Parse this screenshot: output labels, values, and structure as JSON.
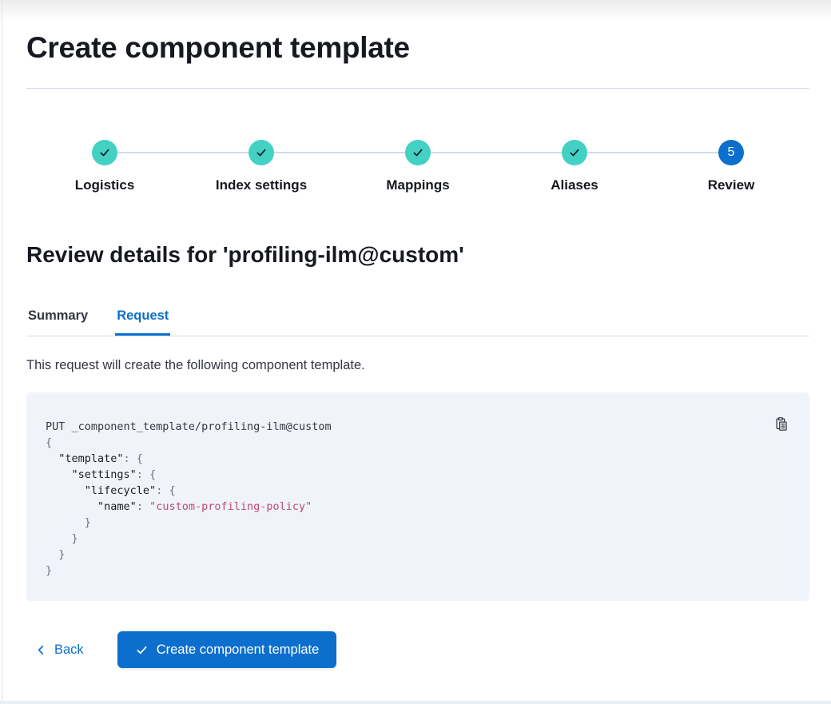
{
  "page": {
    "title": "Create component template"
  },
  "stepper": {
    "steps": [
      {
        "label": "Logistics",
        "status": "complete",
        "icon": "check-icon"
      },
      {
        "label": "Index settings",
        "status": "complete",
        "icon": "check-icon"
      },
      {
        "label": "Mappings",
        "status": "complete",
        "icon": "check-icon"
      },
      {
        "label": "Aliases",
        "status": "complete",
        "icon": "check-icon"
      },
      {
        "label": "Review",
        "status": "current",
        "number": "5"
      }
    ]
  },
  "review": {
    "heading": "Review details for 'profiling-ilm@custom'",
    "tabs": [
      {
        "label": "Summary",
        "selected": false
      },
      {
        "label": "Request",
        "selected": true
      }
    ],
    "description": "This request will create the following component template."
  },
  "code_block": {
    "copy_icon": "copy-clipboard-icon",
    "lines": [
      [
        {
          "t": "plain",
          "v": "PUT _component_template/profiling-ilm@custom"
        }
      ],
      [
        {
          "t": "punct",
          "v": "{"
        }
      ],
      [
        {
          "t": "plain",
          "v": "  "
        },
        {
          "t": "key",
          "v": "\"template\""
        },
        {
          "t": "punct",
          "v": ": {"
        }
      ],
      [
        {
          "t": "plain",
          "v": "    "
        },
        {
          "t": "key",
          "v": "\"settings\""
        },
        {
          "t": "punct",
          "v": ": {"
        }
      ],
      [
        {
          "t": "plain",
          "v": "      "
        },
        {
          "t": "key",
          "v": "\"lifecycle\""
        },
        {
          "t": "punct",
          "v": ": {"
        }
      ],
      [
        {
          "t": "plain",
          "v": "        "
        },
        {
          "t": "key",
          "v": "\"name\""
        },
        {
          "t": "punct",
          "v": ": "
        },
        {
          "t": "string",
          "v": "\"custom-profiling-policy\""
        }
      ],
      [
        {
          "t": "punct",
          "v": "      }"
        }
      ],
      [
        {
          "t": "punct",
          "v": "    }"
        }
      ],
      [
        {
          "t": "punct",
          "v": "  }"
        }
      ],
      [
        {
          "t": "punct",
          "v": "}"
        }
      ]
    ]
  },
  "footer": {
    "back_label": "Back",
    "back_icon": "chevron-left-icon",
    "submit_label": "Create component template",
    "submit_icon": "check-icon"
  },
  "colors": {
    "primary": "#0c6fcd",
    "success": "#43d1c4",
    "code_background": "#f0f4fa",
    "code_string": "#bd4c74",
    "divider": "#d3dae6",
    "heading_text": "#16191f",
    "body_text": "#343741"
  }
}
